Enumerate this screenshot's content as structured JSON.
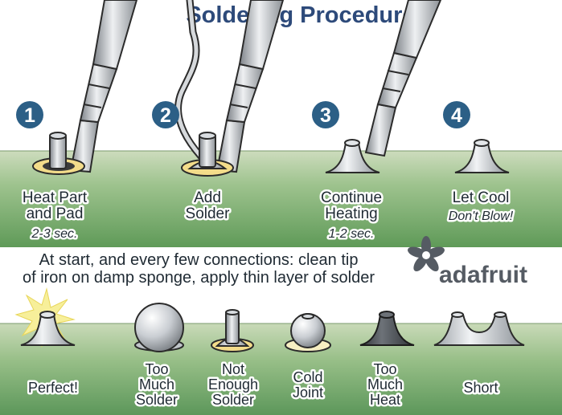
{
  "title": "Soldering Procedures",
  "steps": [
    {
      "number": "1",
      "label_line1": "Heat Part",
      "label_line2": "and Pad",
      "timing": "2-3 sec."
    },
    {
      "number": "2",
      "label_line1": "Add",
      "label_line2": "Solder"
    },
    {
      "number": "3",
      "label_line1": "Continue",
      "label_line2": "Heating",
      "timing": "1-2 sec."
    },
    {
      "number": "4",
      "label_line1": "Let Cool",
      "note": "Don't Blow!"
    }
  ],
  "tip_note": {
    "line1": "At start, and every few connections: clean tip",
    "line2": "of iron on damp sponge, apply thin layer of solder"
  },
  "brand": {
    "name": "adafruit"
  },
  "results": [
    {
      "lines": [
        "Perfect!"
      ]
    },
    {
      "lines": [
        "Too",
        "Much",
        "Solder"
      ]
    },
    {
      "lines": [
        "Not",
        "Enough",
        "Solder"
      ]
    },
    {
      "lines": [
        "Cold",
        "Joint"
      ]
    },
    {
      "lines": [
        "Too",
        "Much",
        "Heat"
      ]
    },
    {
      "lines": [
        "Short"
      ]
    }
  ],
  "colors": {
    "title": "#2d4a7a",
    "badge": "#2c5f86",
    "board_top": "#b9cfa5",
    "board_bottom": "#5f9a58",
    "pad": "#f3dc8a",
    "solder": "#c4c9cf",
    "burnt_solder": "#4d5257"
  },
  "icons": [
    "soldering-iron-icon",
    "solder-wire-icon",
    "burst-icon",
    "adafruit-flower-icon"
  ]
}
